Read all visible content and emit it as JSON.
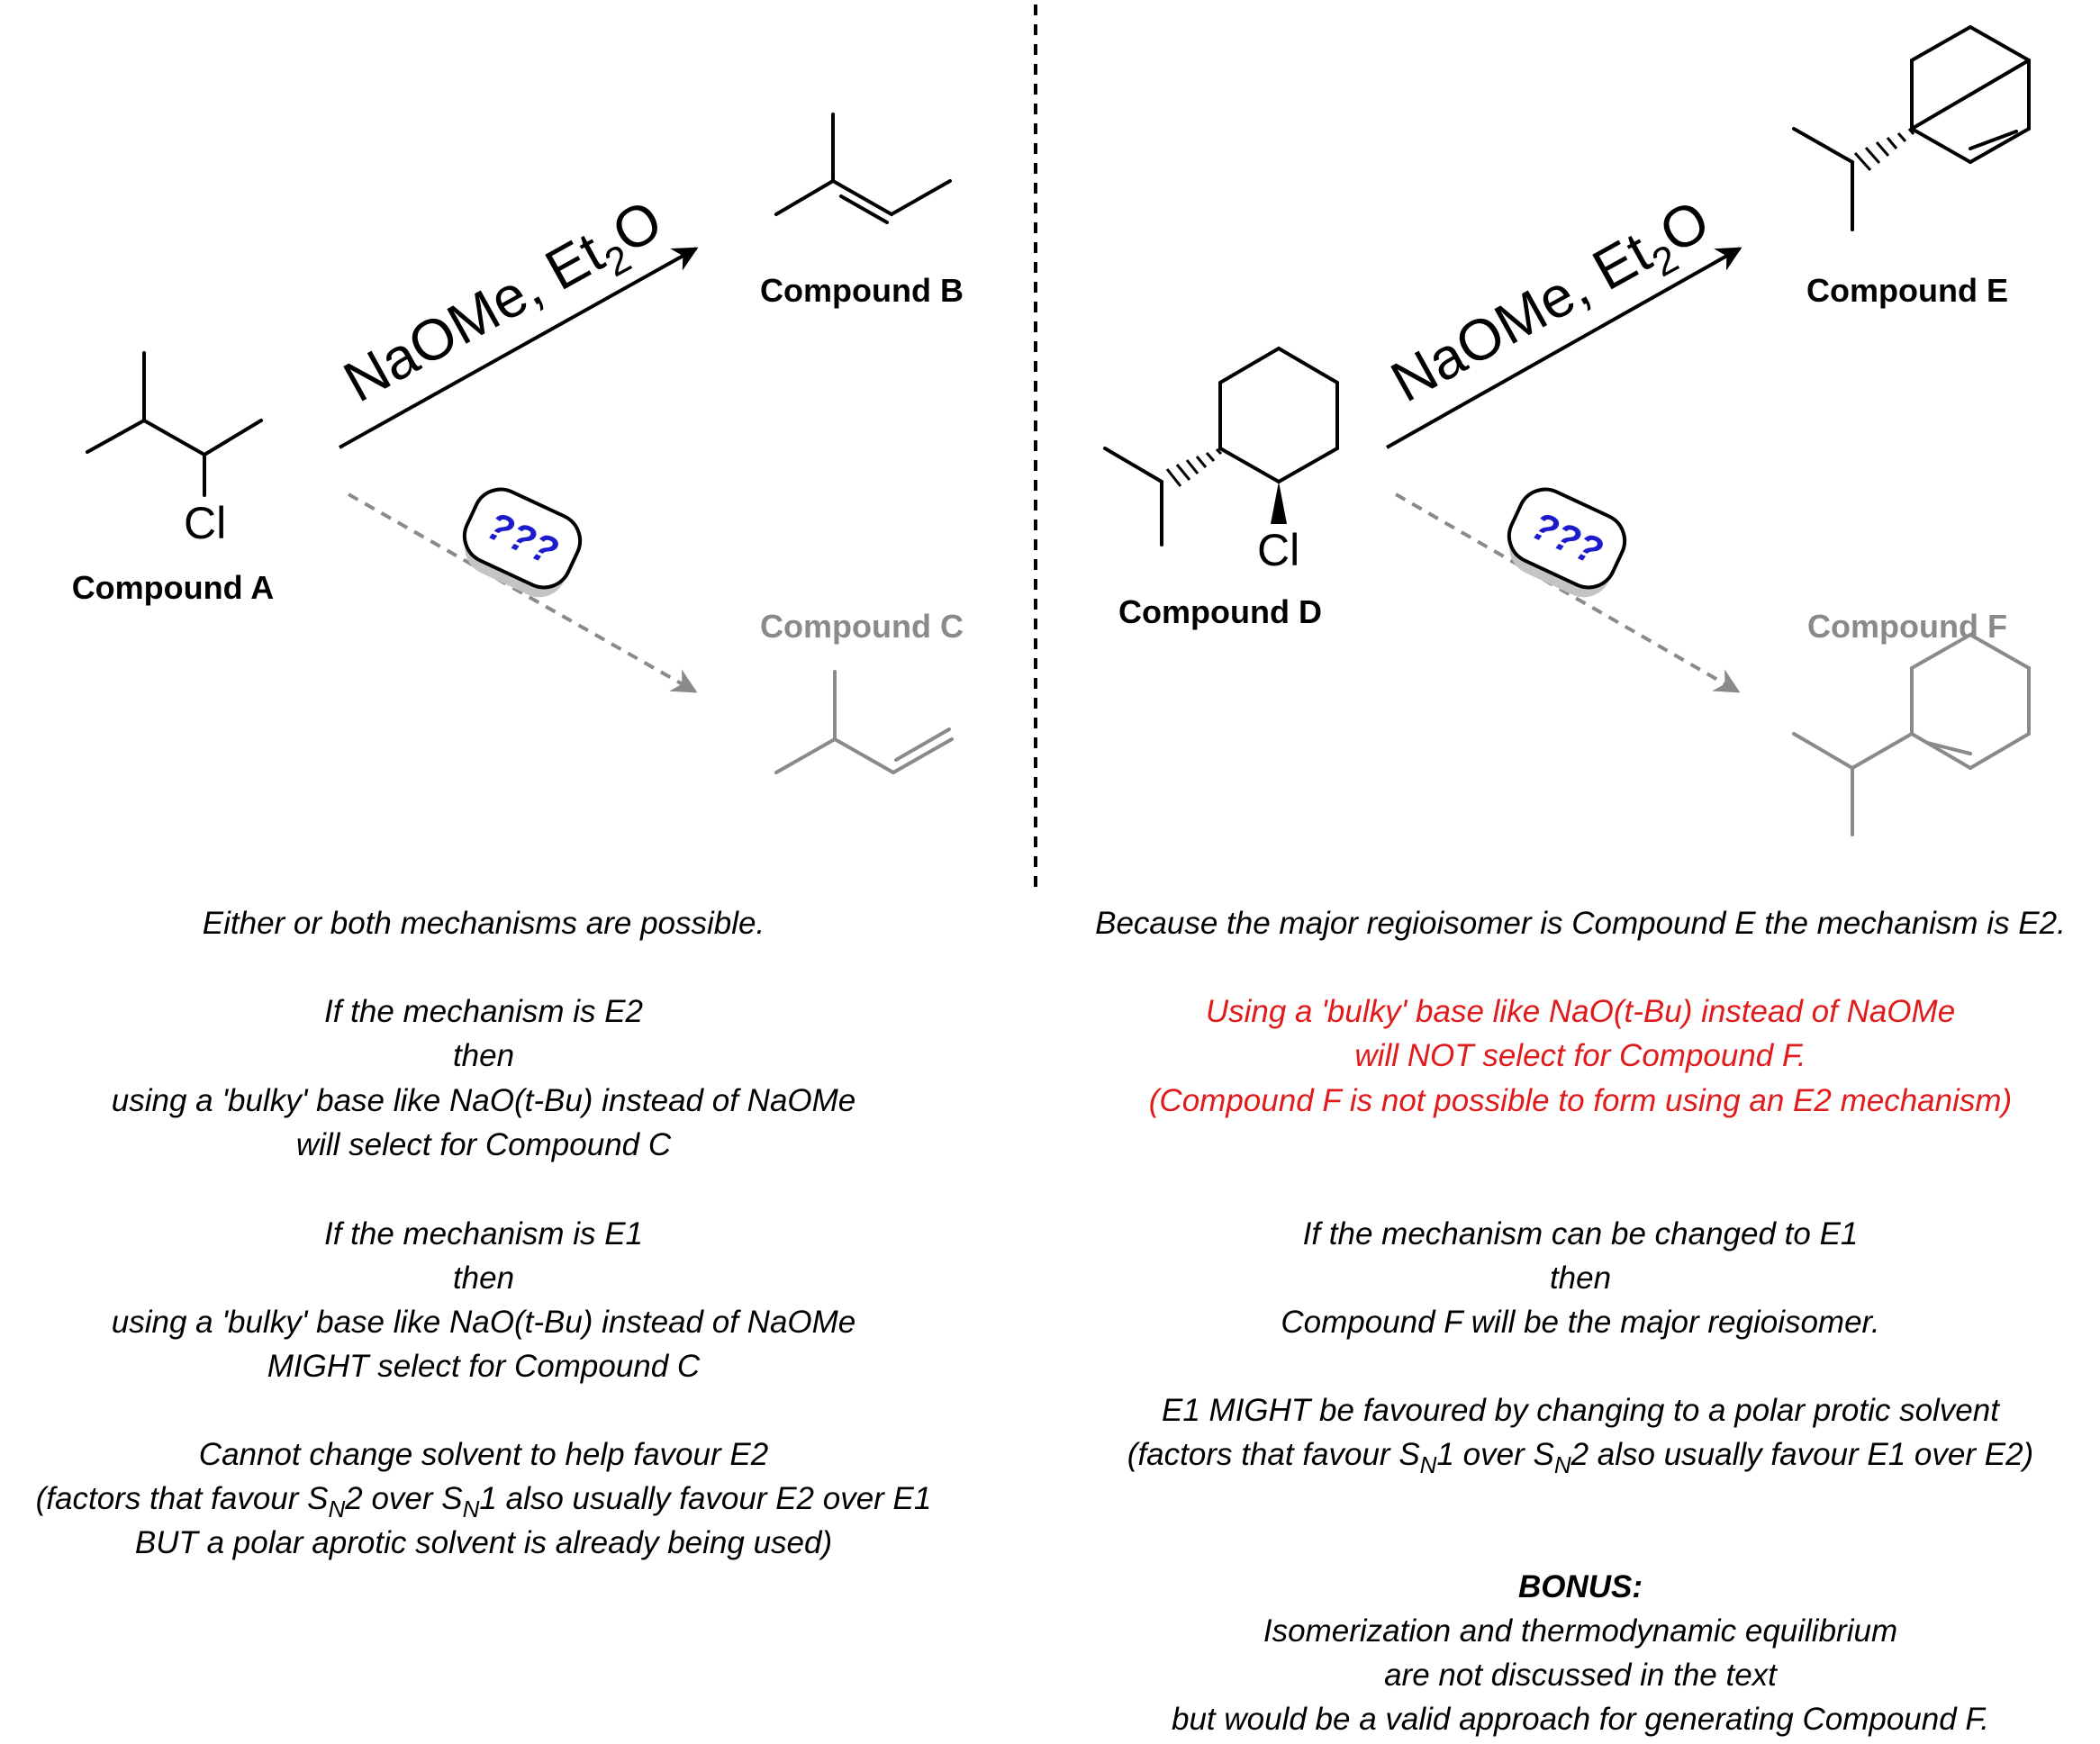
{
  "colors": {
    "black": "#000000",
    "gray": "#8a8a8a",
    "red": "#e01b1b",
    "blue": "#1c1ccc",
    "badge_shadow": "#c4c4c4"
  },
  "compounds": {
    "a": {
      "label": "Compound A",
      "atom": "Cl"
    },
    "b": {
      "label": "Compound B"
    },
    "c": {
      "label": "Compound C"
    },
    "d": {
      "label": "Compound D",
      "atom": "Cl"
    },
    "e": {
      "label": "Compound E"
    },
    "f": {
      "label": "Compound F"
    }
  },
  "reagents": {
    "left": {
      "main": "NaOMe, Et",
      "sub": "2",
      "tail": "O"
    },
    "right": {
      "main": "NaOMe, Et",
      "sub": "2",
      "tail": "O"
    }
  },
  "unknown_badge": {
    "left": "???",
    "right": "???"
  },
  "left_notes": {
    "l1": "Either or both mechanisms are possible.",
    "l2": "If the mechanism is E2",
    "l3": "then",
    "l4": "using a 'bulky' base like NaO(t-Bu) instead of NaOMe",
    "l5": "will select for Compound C",
    "l6": "If the mechanism is E1",
    "l7": "then",
    "l8": "using a 'bulky' base like NaO(t-Bu) instead of NaOMe",
    "l9": "MIGHT select for Compound C",
    "l10": "Cannot change solvent to help favour E2",
    "l11": {
      "p1": "(factors that favour S",
      "s1": "N",
      "p2": "2 over S",
      "s2": "N",
      "p3": "1 also usually favour E2 over E1"
    },
    "l12": "BUT a polar aprotic solvent is already being used)"
  },
  "right_notes": {
    "r1": "Because the major regioisomer is Compound E the mechanism is E2.",
    "r2": "Using a 'bulky' base like NaO(t-Bu) instead of NaOMe",
    "r3": "will NOT select for Compound F.",
    "r4": "(Compound F is not possible to form using an E2 mechanism)",
    "r5": "If the mechanism can be changed to E1",
    "r6": "then",
    "r7": "Compound F will be the major regioisomer.",
    "r8": "E1 MIGHT be favoured by changing to a polar protic solvent",
    "r9": {
      "p1": "(factors that favour S",
      "s1": "N",
      "p2": "1 over S",
      "s2": "N",
      "p3": "2 also usually favour E1 over E2)"
    },
    "r10": "BONUS:",
    "r11": "Isomerization and thermodynamic equilibrium",
    "r12": "are not discussed in the text",
    "r13": "but would be a valid approach for generating Compound F."
  }
}
